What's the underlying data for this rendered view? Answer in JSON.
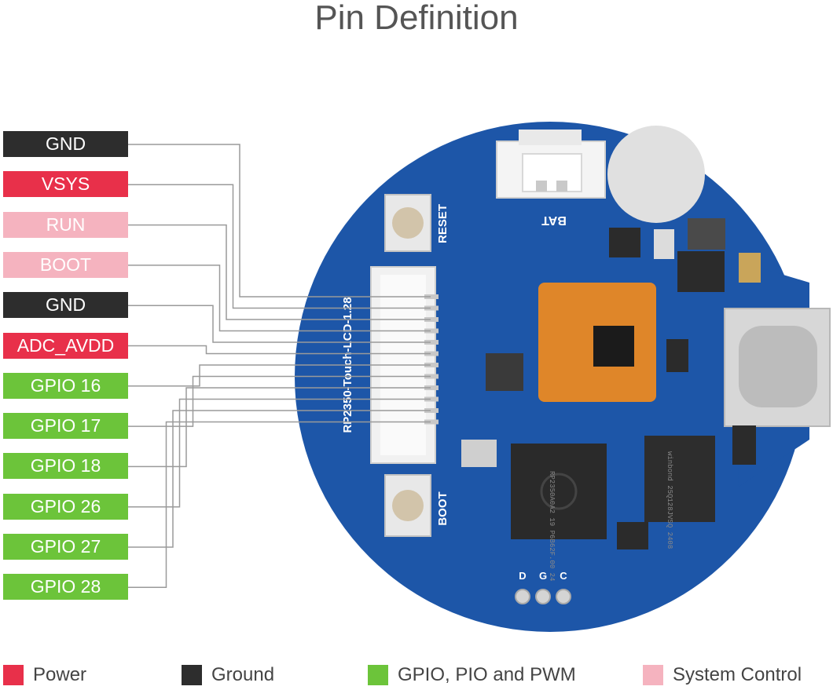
{
  "title": "Pin Definition",
  "colors": {
    "power": "#e8304a",
    "ground": "#2d2d2d",
    "gpio": "#6cc43a",
    "system": "#f5b3bf",
    "board": "#1d56a8",
    "wire": "#9a9a9a"
  },
  "pins": [
    {
      "label": "GND",
      "type": "ground"
    },
    {
      "label": "VSYS",
      "type": "power"
    },
    {
      "label": "RUN",
      "type": "system"
    },
    {
      "label": "BOOT",
      "type": "system"
    },
    {
      "label": "GND",
      "type": "ground"
    },
    {
      "label": "ADC_AVDD",
      "type": "power"
    },
    {
      "label": "GPIO 16",
      "type": "gpio"
    },
    {
      "label": "GPIO 17",
      "type": "gpio"
    },
    {
      "label": "GPIO 18",
      "type": "gpio"
    },
    {
      "label": "GPIO 26",
      "type": "gpio"
    },
    {
      "label": "GPIO 27",
      "type": "gpio"
    },
    {
      "label": "GPIO 28",
      "type": "gpio"
    }
  ],
  "board": {
    "name": "RP2350-Touch-LCD-1.28",
    "reset_label": "RESET",
    "boot_label": "BOOT",
    "bat_label": "BAT",
    "chip_marking": "RP2350A0A2 19\nP6B62F.00 24",
    "flash_marking": "winbond\n25Q128JVSQ\n2408",
    "pad_labels": [
      "D",
      "G",
      "C"
    ]
  },
  "legend": [
    {
      "label": "Power",
      "color": "#e8304a"
    },
    {
      "label": "Ground",
      "color": "#2d2d2d"
    },
    {
      "label": "GPIO, PIO and PWM",
      "color": "#6cc43a"
    },
    {
      "label": "System Control",
      "color": "#f5b3bf"
    }
  ]
}
